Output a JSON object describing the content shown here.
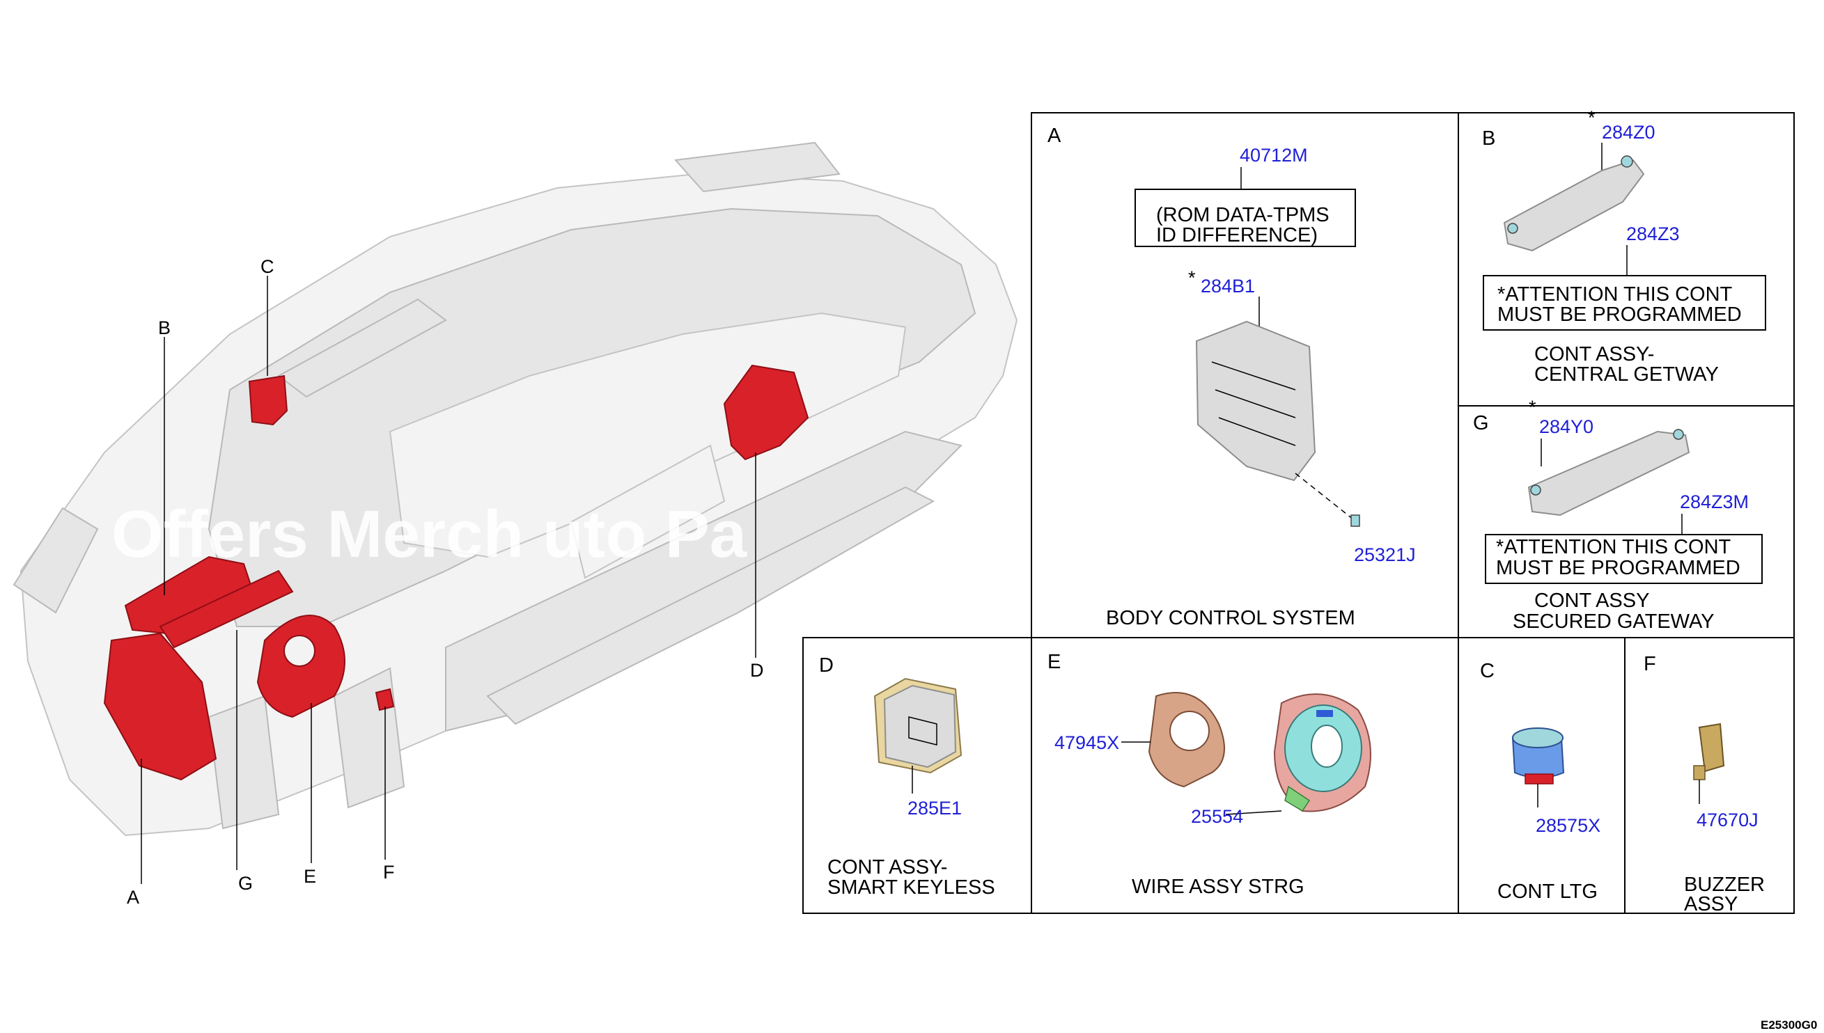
{
  "watermark": "Offers Merch    uto Pa",
  "overview_labels": {
    "a": "A",
    "b": "B",
    "c": "C",
    "d": "D",
    "e": "E",
    "f": "F",
    "g": "G"
  },
  "panels": {
    "A": {
      "letter": "A",
      "parts": [
        "40712M",
        "284B1",
        "25321J"
      ],
      "star": "*",
      "note_line1": "(ROM DATA-TPMS",
      "note_line2": "ID DIFFERENCE)",
      "caption": "BODY CONTROL SYSTEM"
    },
    "B": {
      "letter": "B",
      "parts": [
        "284Z0",
        "284Z3"
      ],
      "star": "*",
      "note_line1": "*ATTENTION THIS CONT",
      "note_line2": "MUST BE PROGRAMMED",
      "caption_line1": "CONT ASSY-",
      "caption_line2": "CENTRAL GETWAY"
    },
    "G": {
      "letter": "G",
      "parts": [
        "284Y0",
        "284Z3M"
      ],
      "star": "*",
      "note_line1": "*ATTENTION THIS CONT",
      "note_line2": "MUST BE PROGRAMMED",
      "caption_line1": "CONT ASSY",
      "caption_line2": "SECURED GATEWAY"
    },
    "D": {
      "letter": "D",
      "parts": [
        "285E1"
      ],
      "caption_line1": "CONT ASSY-",
      "caption_line2": "SMART KEYLESS"
    },
    "E": {
      "letter": "E",
      "parts": [
        "47945X",
        "25554"
      ],
      "caption": "WIRE ASSY STRG"
    },
    "C": {
      "letter": "C",
      "parts": [
        "28575X"
      ],
      "caption": "CONT LTG"
    },
    "F": {
      "letter": "F",
      "parts": [
        "47670J"
      ],
      "caption_line1": "BUZZER",
      "caption_line2": "ASSY"
    }
  },
  "drawing_ref": "E25300G0",
  "colors": {
    "highlight": "#d9212a",
    "part_number": "#1f1fd6"
  }
}
